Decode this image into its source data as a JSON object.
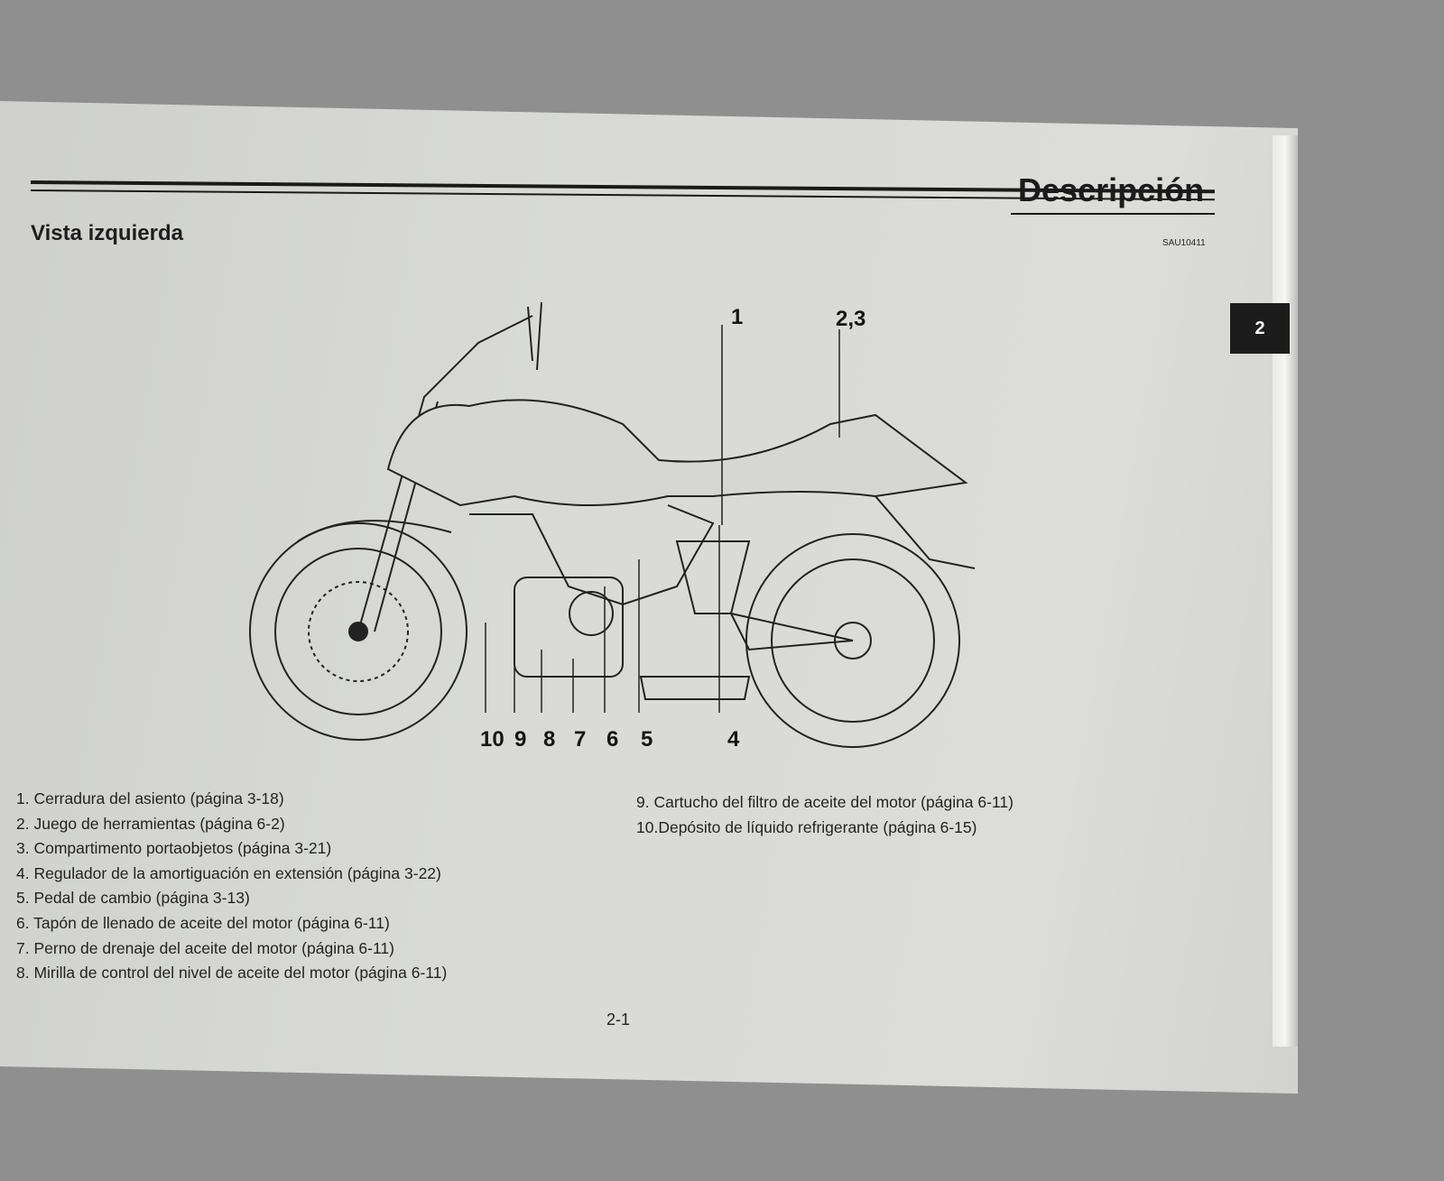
{
  "header": {
    "title": "Descripción",
    "subtitle": "Vista izquierda",
    "code": "SAU10411",
    "chapter_tab": "2"
  },
  "callouts": {
    "c1": "1",
    "c23": "2,3",
    "c10": "10",
    "c9": "9",
    "c8": "8",
    "c7": "7",
    "c6": "6",
    "c5": "5",
    "c4": "4"
  },
  "items": [
    "1. Cerradura del asiento (página 3-18)",
    "2. Juego de herramientas (página 6-2)",
    "3. Compartimento portaobjetos (página 3-21)",
    "4. Regulador de la amortiguación en extensión (página 3-22)",
    "5. Pedal de cambio (página 3-13)",
    "6. Tapón de llenado de aceite del motor (página 6-11)",
    "7. Perno de drenaje del aceite del motor (página 6-11)",
    "8. Mirilla de control del nivel de aceite del motor (página 6-11)",
    "9. Cartucho del filtro de aceite del motor (página 6-11)",
    "10.Depósito de líquido refrigerante (página 6-15)"
  ],
  "page_number": "2-1"
}
